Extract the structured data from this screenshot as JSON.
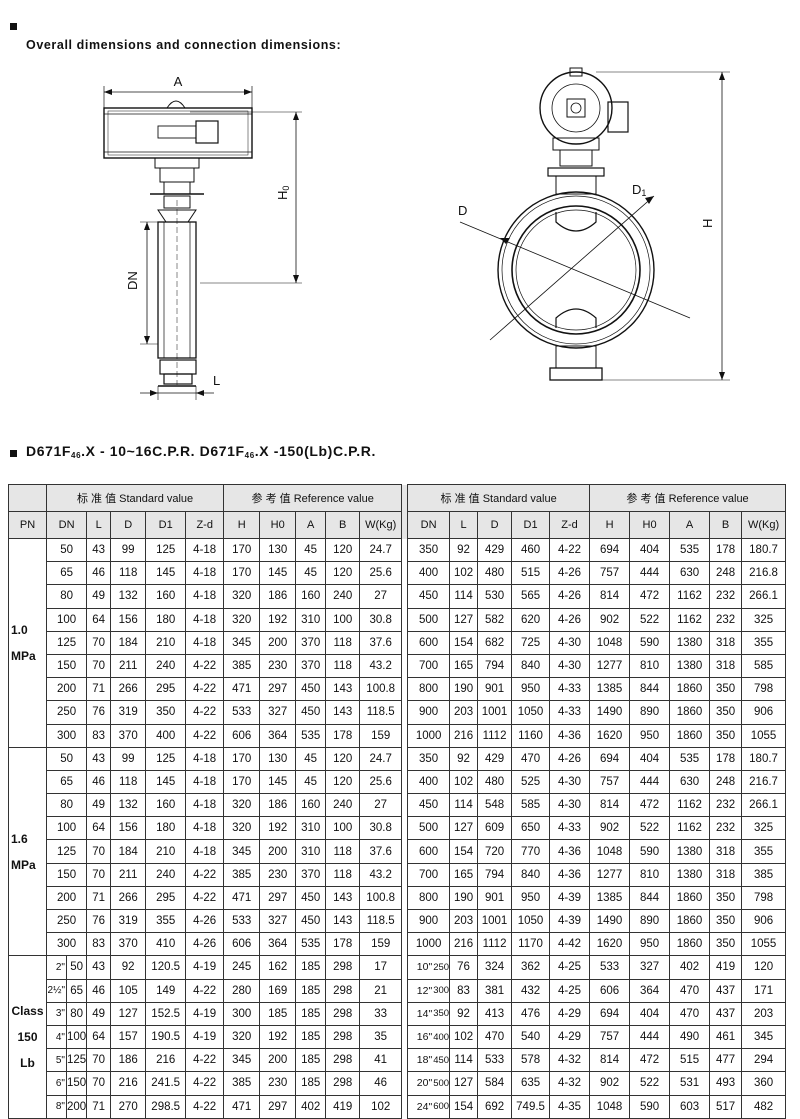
{
  "section1": {
    "title": "Overall dimensions and connection dimensions:"
  },
  "section2": {
    "title_part1": "D671F",
    "sub1": "46",
    "title_part2": ".X - 10~16C.P.R.  D671F",
    "sub2": "46",
    "title_part3": ".X -150(Lb)C.P.R."
  },
  "drawing": {
    "label_a": "A",
    "label_h0": "H",
    "label_h0_sub": "0",
    "label_dn": "DN",
    "label_l": "L",
    "label_d": "D",
    "label_d1": "D",
    "label_d1_sub": "1",
    "label_h": "H"
  },
  "table": {
    "group_standard": "标 准 值  Standard value",
    "group_reference": "参 考 值  Reference value",
    "columns_left": [
      "PN",
      "DN",
      "L",
      "D",
      "D1",
      "Z-d",
      "H",
      "H0",
      "A",
      "B",
      "W(Kg)"
    ],
    "columns_right": [
      "DN",
      "L",
      "D",
      "D1",
      "Z-d",
      "H",
      "H0",
      "A",
      "B",
      "W(Kg)"
    ],
    "pn_groups": [
      {
        "label_lines": [
          "1.0",
          "MPa"
        ],
        "rows": 9
      },
      {
        "label_lines": [
          "1.6",
          "MPa"
        ],
        "rows": 9
      },
      {
        "label_lines": [
          "Class",
          "150",
          "Lb"
        ],
        "rows": 7
      }
    ],
    "rows": [
      {
        "l": [
          "50",
          "43",
          "99",
          "125",
          "4-18",
          "170",
          "130",
          "45",
          "120",
          "24.7"
        ],
        "r": [
          "350",
          "92",
          "429",
          "460",
          "4-22",
          "694",
          "404",
          "535",
          "178",
          "180.7"
        ]
      },
      {
        "l": [
          "65",
          "46",
          "118",
          "145",
          "4-18",
          "170",
          "145",
          "45",
          "120",
          "25.6"
        ],
        "r": [
          "400",
          "102",
          "480",
          "515",
          "4-26",
          "757",
          "444",
          "630",
          "248",
          "216.8"
        ]
      },
      {
        "l": [
          "80",
          "49",
          "132",
          "160",
          "4-18",
          "320",
          "186",
          "160",
          "240",
          "27"
        ],
        "r": [
          "450",
          "114",
          "530",
          "565",
          "4-26",
          "814",
          "472",
          "1162",
          "232",
          "266.1"
        ]
      },
      {
        "l": [
          "100",
          "64",
          "156",
          "180",
          "4-18",
          "320",
          "192",
          "310",
          "100",
          "30.8"
        ],
        "r": [
          "500",
          "127",
          "582",
          "620",
          "4-26",
          "902",
          "522",
          "1162",
          "232",
          "325"
        ]
      },
      {
        "l": [
          "125",
          "70",
          "184",
          "210",
          "4-18",
          "345",
          "200",
          "370",
          "118",
          "37.6"
        ],
        "r": [
          "600",
          "154",
          "682",
          "725",
          "4-30",
          "1048",
          "590",
          "1380",
          "318",
          "355"
        ]
      },
      {
        "l": [
          "150",
          "70",
          "211",
          "240",
          "4-22",
          "385",
          "230",
          "370",
          "118",
          "43.2"
        ],
        "r": [
          "700",
          "165",
          "794",
          "840",
          "4-30",
          "1277",
          "810",
          "1380",
          "318",
          "585"
        ]
      },
      {
        "l": [
          "200",
          "71",
          "266",
          "295",
          "4-22",
          "471",
          "297",
          "450",
          "143",
          "100.8"
        ],
        "r": [
          "800",
          "190",
          "901",
          "950",
          "4-33",
          "1385",
          "844",
          "1860",
          "350",
          "798"
        ]
      },
      {
        "l": [
          "250",
          "76",
          "319",
          "350",
          "4-22",
          "533",
          "327",
          "450",
          "143",
          "118.5"
        ],
        "r": [
          "900",
          "203",
          "1001",
          "1050",
          "4-33",
          "1490",
          "890",
          "1860",
          "350",
          "906"
        ]
      },
      {
        "l": [
          "300",
          "83",
          "370",
          "400",
          "4-22",
          "606",
          "364",
          "535",
          "178",
          "159"
        ],
        "r": [
          "1000",
          "216",
          "1112",
          "1160",
          "4-36",
          "1620",
          "950",
          "1860",
          "350",
          "1055"
        ]
      },
      {
        "l": [
          "50",
          "43",
          "99",
          "125",
          "4-18",
          "170",
          "130",
          "45",
          "120",
          "24.7"
        ],
        "r": [
          "350",
          "92",
          "429",
          "470",
          "4-26",
          "694",
          "404",
          "535",
          "178",
          "180.7"
        ]
      },
      {
        "l": [
          "65",
          "46",
          "118",
          "145",
          "4-18",
          "170",
          "145",
          "45",
          "120",
          "25.6"
        ],
        "r": [
          "400",
          "102",
          "480",
          "525",
          "4-30",
          "757",
          "444",
          "630",
          "248",
          "216.7"
        ]
      },
      {
        "l": [
          "80",
          "49",
          "132",
          "160",
          "4-18",
          "320",
          "186",
          "160",
          "240",
          "27"
        ],
        "r": [
          "450",
          "114",
          "548",
          "585",
          "4-30",
          "814",
          "472",
          "1162",
          "232",
          "266.1"
        ]
      },
      {
        "l": [
          "100",
          "64",
          "156",
          "180",
          "4-18",
          "320",
          "192",
          "310",
          "100",
          "30.8"
        ],
        "r": [
          "500",
          "127",
          "609",
          "650",
          "4-33",
          "902",
          "522",
          "1162",
          "232",
          "325"
        ]
      },
      {
        "l": [
          "125",
          "70",
          "184",
          "210",
          "4-18",
          "345",
          "200",
          "310",
          "118",
          "37.6"
        ],
        "r": [
          "600",
          "154",
          "720",
          "770",
          "4-36",
          "1048",
          "590",
          "1380",
          "318",
          "355"
        ]
      },
      {
        "l": [
          "150",
          "70",
          "211",
          "240",
          "4-22",
          "385",
          "230",
          "370",
          "118",
          "43.2"
        ],
        "r": [
          "700",
          "165",
          "794",
          "840",
          "4-36",
          "1277",
          "810",
          "1380",
          "318",
          "385"
        ]
      },
      {
        "l": [
          "200",
          "71",
          "266",
          "295",
          "4-22",
          "471",
          "297",
          "450",
          "143",
          "100.8"
        ],
        "r": [
          "800",
          "190",
          "901",
          "950",
          "4-39",
          "1385",
          "844",
          "1860",
          "350",
          "798"
        ]
      },
      {
        "l": [
          "250",
          "76",
          "319",
          "355",
          "4-26",
          "533",
          "327",
          "450",
          "143",
          "118.5"
        ],
        "r": [
          "900",
          "203",
          "1001",
          "1050",
          "4-39",
          "1490",
          "890",
          "1860",
          "350",
          "906"
        ]
      },
      {
        "l": [
          "300",
          "83",
          "370",
          "410",
          "4-26",
          "606",
          "364",
          "535",
          "178",
          "159"
        ],
        "r": [
          "1000",
          "216",
          "1112",
          "1170",
          "4-42",
          "1620",
          "950",
          "1860",
          "350",
          "1055"
        ]
      },
      {
        "ld": [
          "2\"",
          "50"
        ],
        "l": [
          "43",
          "92",
          "120.5",
          "4-19",
          "245",
          "162",
          "185",
          "298",
          "17"
        ],
        "rd": [
          "10\"",
          "250"
        ],
        "r": [
          "76",
          "324",
          "362",
          "4-25",
          "533",
          "327",
          "402",
          "419",
          "120"
        ]
      },
      {
        "ld": [
          "2½\"",
          "65"
        ],
        "l": [
          "46",
          "105",
          "149",
          "4-22",
          "280",
          "169",
          "185",
          "298",
          "21"
        ],
        "rd": [
          "12\"",
          "300"
        ],
        "r": [
          "83",
          "381",
          "432",
          "4-25",
          "606",
          "364",
          "470",
          "437",
          "171"
        ]
      },
      {
        "ld": [
          "3\"",
          "80"
        ],
        "l": [
          "49",
          "127",
          "152.5",
          "4-19",
          "300",
          "185",
          "185",
          "298",
          "33"
        ],
        "rd": [
          "14\"",
          "350"
        ],
        "r": [
          "92",
          "413",
          "476",
          "4-29",
          "694",
          "404",
          "470",
          "437",
          "203"
        ]
      },
      {
        "ld": [
          "4\"",
          "100"
        ],
        "l": [
          "64",
          "157",
          "190.5",
          "4-19",
          "320",
          "192",
          "185",
          "298",
          "35"
        ],
        "rd": [
          "16\"",
          "400"
        ],
        "r": [
          "102",
          "470",
          "540",
          "4-29",
          "757",
          "444",
          "490",
          "461",
          "345"
        ]
      },
      {
        "ld": [
          "5\"",
          "125"
        ],
        "l": [
          "70",
          "186",
          "216",
          "4-22",
          "345",
          "200",
          "185",
          "298",
          "41"
        ],
        "rd": [
          "18\"",
          "450"
        ],
        "r": [
          "114",
          "533",
          "578",
          "4-32",
          "814",
          "472",
          "515",
          "477",
          "294"
        ]
      },
      {
        "ld": [
          "6\"",
          "150"
        ],
        "l": [
          "70",
          "216",
          "241.5",
          "4-22",
          "385",
          "230",
          "185",
          "298",
          "46"
        ],
        "rd": [
          "20\"",
          "500"
        ],
        "r": [
          "127",
          "584",
          "635",
          "4-32",
          "902",
          "522",
          "531",
          "493",
          "360"
        ]
      },
      {
        "ld": [
          "8\"",
          "200"
        ],
        "l": [
          "71",
          "270",
          "298.5",
          "4-22",
          "471",
          "297",
          "402",
          "419",
          "102"
        ],
        "rd": [
          "24\"",
          "600"
        ],
        "r": [
          "154",
          "692",
          "749.5",
          "4-35",
          "1048",
          "590",
          "603",
          "517",
          "482"
        ]
      }
    ]
  }
}
